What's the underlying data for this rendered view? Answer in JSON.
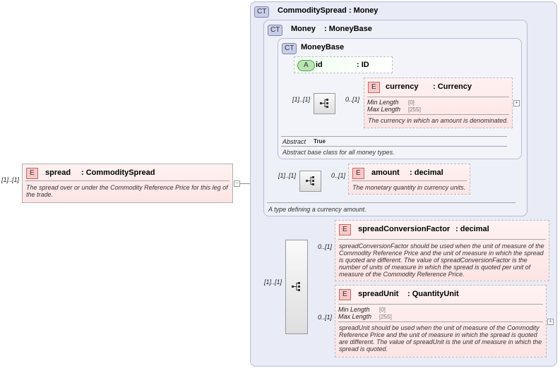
{
  "root": {
    "cardinality": "[1]..[1]",
    "badge": "E",
    "name": "spread",
    "type": ": CommoditySpread",
    "desc": "The spread over or under the Commodity Reference Price for this leg of the trade."
  },
  "ct_spread": {
    "badge": "CT",
    "title": "CommoditySpread : Money"
  },
  "ct_money": {
    "badge": "CT",
    "title": "Money    : MoneyBase",
    "desc": "A type defining a currency amount."
  },
  "ct_moneybase": {
    "badge": "CT",
    "title": "MoneyBase",
    "abstract_key": "Abstract",
    "abstract_val": "True",
    "desc": "Abstract base class for all money types."
  },
  "attr_id": {
    "badge": "A",
    "name": "id",
    "type": ": ID"
  },
  "currency": {
    "badge": "E",
    "name": "currency",
    "type": ": Currency",
    "seq_card": "[1]..[1]",
    "card": "0..[1]",
    "facets": [
      {
        "key": "Min Length",
        "val": "[0]"
      },
      {
        "key": "Max Length",
        "val": "[255]"
      }
    ],
    "desc": "The currency in which an amount is denominated."
  },
  "amount": {
    "badge": "E",
    "name": "amount",
    "type": ": decimal",
    "seq_card": "[1]..[1]",
    "card": "0..[1]",
    "desc": "The monetary quantity in currency units."
  },
  "seq_main_card": "[1]..[1]",
  "conv": {
    "badge": "E",
    "name": "spreadConversionFactor",
    "type": ": decimal",
    "card": "0..[1]",
    "desc": "spreadConversionFactor should be used when the unit of measure of the Commodity Reference Price and the unit of measure in which the spread is quoted are different. The value of spreadConversionFactor is the number of units of measure in which the spread is quoted per unit of measure of the Commodity Reference Price."
  },
  "unit": {
    "badge": "E",
    "name": "spreadUnit",
    "type": ": QuantityUnit",
    "card": "0..[1]",
    "facets": [
      {
        "key": "Min Length",
        "val": "[0]"
      },
      {
        "key": "Max Length",
        "val": "[255]"
      }
    ],
    "desc": "spreadUnit should be used when the unit of measure of the Commodity Reference Price and the unit of measure in which the spread is quoted are different. The value of spreadUnit is the unit of measure in which the spread is quoted."
  }
}
